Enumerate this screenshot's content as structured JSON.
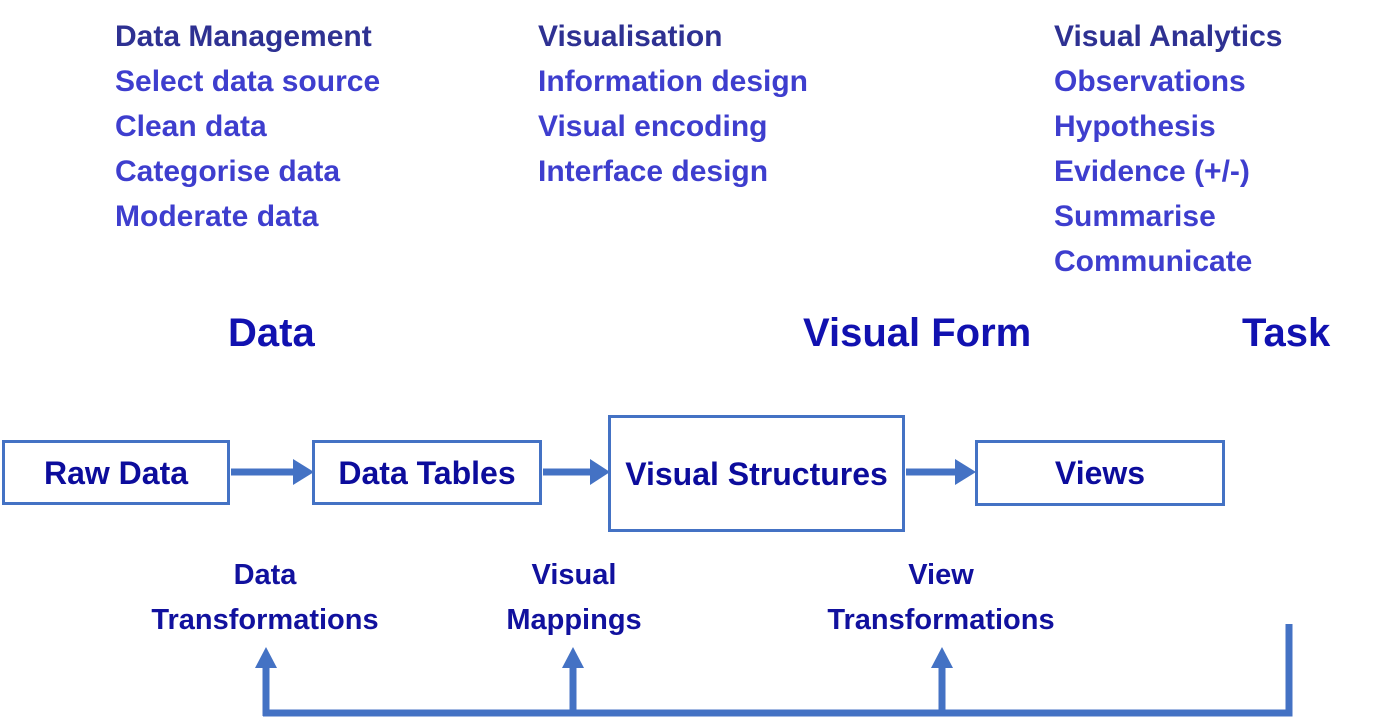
{
  "colors": {
    "column_header": "#2E3192",
    "column_item": "#3E3ECE",
    "stage_label": "#1111B0",
    "box_text": "#0C0C9C",
    "transform_label": "#11119E",
    "line": "#4472C4"
  },
  "columns": [
    {
      "header": "Data Management",
      "items": [
        "Select data source",
        "Clean data",
        "Categorise data",
        "Moderate data"
      ]
    },
    {
      "header": "Visualisation",
      "items": [
        "Information design",
        "Visual encoding",
        "Interface design"
      ]
    },
    {
      "header": "Visual Analytics",
      "items": [
        "Observations",
        "Hypothesis",
        "Evidence (+/-)",
        "Summarise",
        "Communicate"
      ]
    }
  ],
  "stage_labels": {
    "data": "Data",
    "visual_form": "Visual Form",
    "task": "Task"
  },
  "pipeline_boxes": {
    "raw_data": "Raw Data",
    "data_tables": "Data Tables",
    "visual_structures": "Visual Structures",
    "views": "Views"
  },
  "transform_labels": [
    {
      "line1": "Data",
      "line2": "Transformations"
    },
    {
      "line1": "Visual",
      "line2": "Mappings"
    },
    {
      "line1": "View",
      "line2": "Transformations"
    }
  ]
}
